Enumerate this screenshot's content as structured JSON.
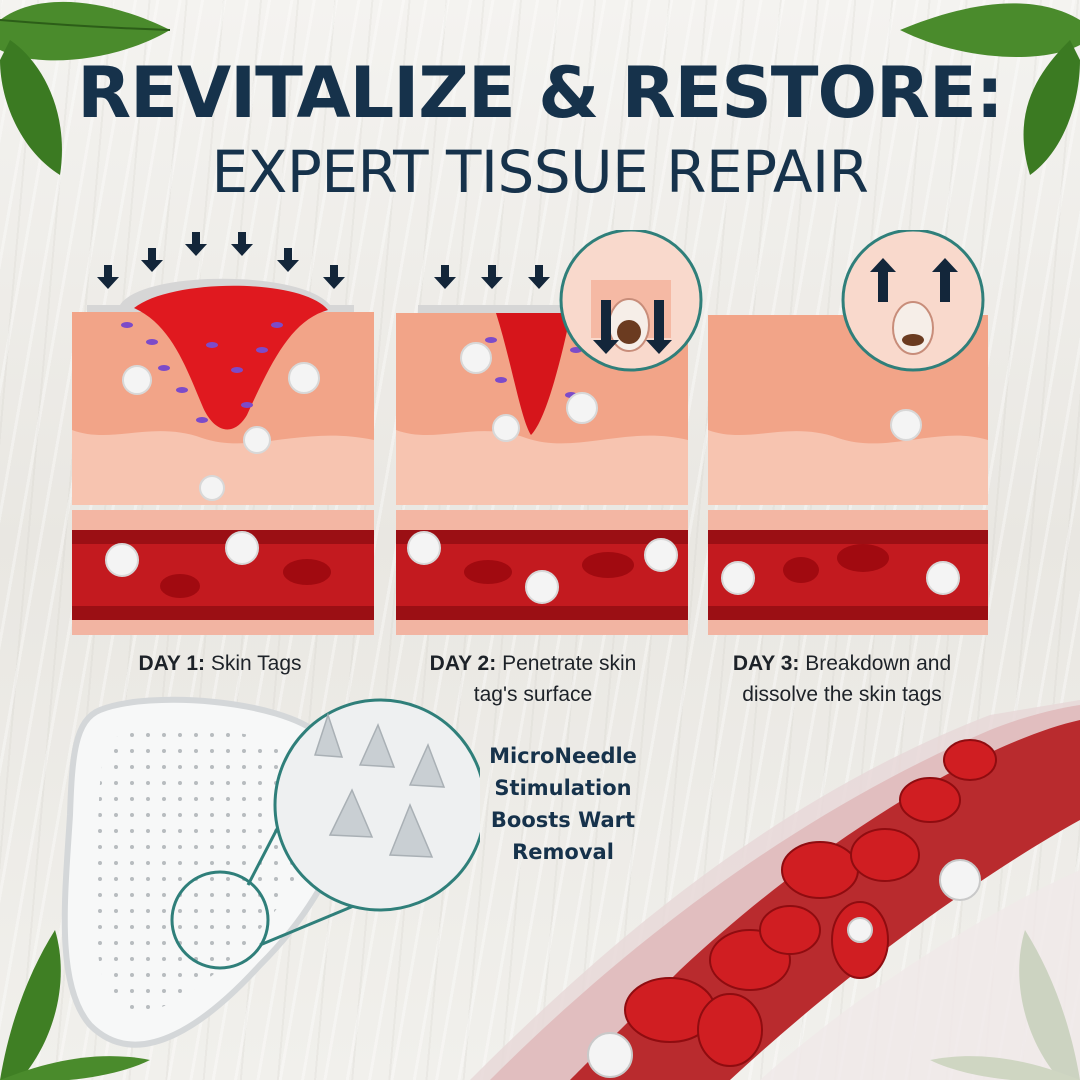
{
  "header": {
    "title": "REVITALIZE & RESTORE:",
    "subtitle": "EXPERT TISSUE REPAIR"
  },
  "steps": [
    {
      "day": "DAY 1:",
      "text": "Skin Tags",
      "text_line2": ""
    },
    {
      "day": "DAY 2:",
      "text": "Penetrate skin",
      "text_line2": "tag's surface"
    },
    {
      "day": "DAY 3:",
      "text": "Breakdown and",
      "text_line2": "dissolve the skin tags"
    }
  ],
  "feature": {
    "line1": "MicroNeedle",
    "line2": "Stimulation",
    "line3": "Boosts Wart",
    "line4": "Removal"
  },
  "colors": {
    "navy": "#16324b",
    "skin": "#f2a488",
    "blood": "#c0161c",
    "teal": "#2f7f7a"
  }
}
